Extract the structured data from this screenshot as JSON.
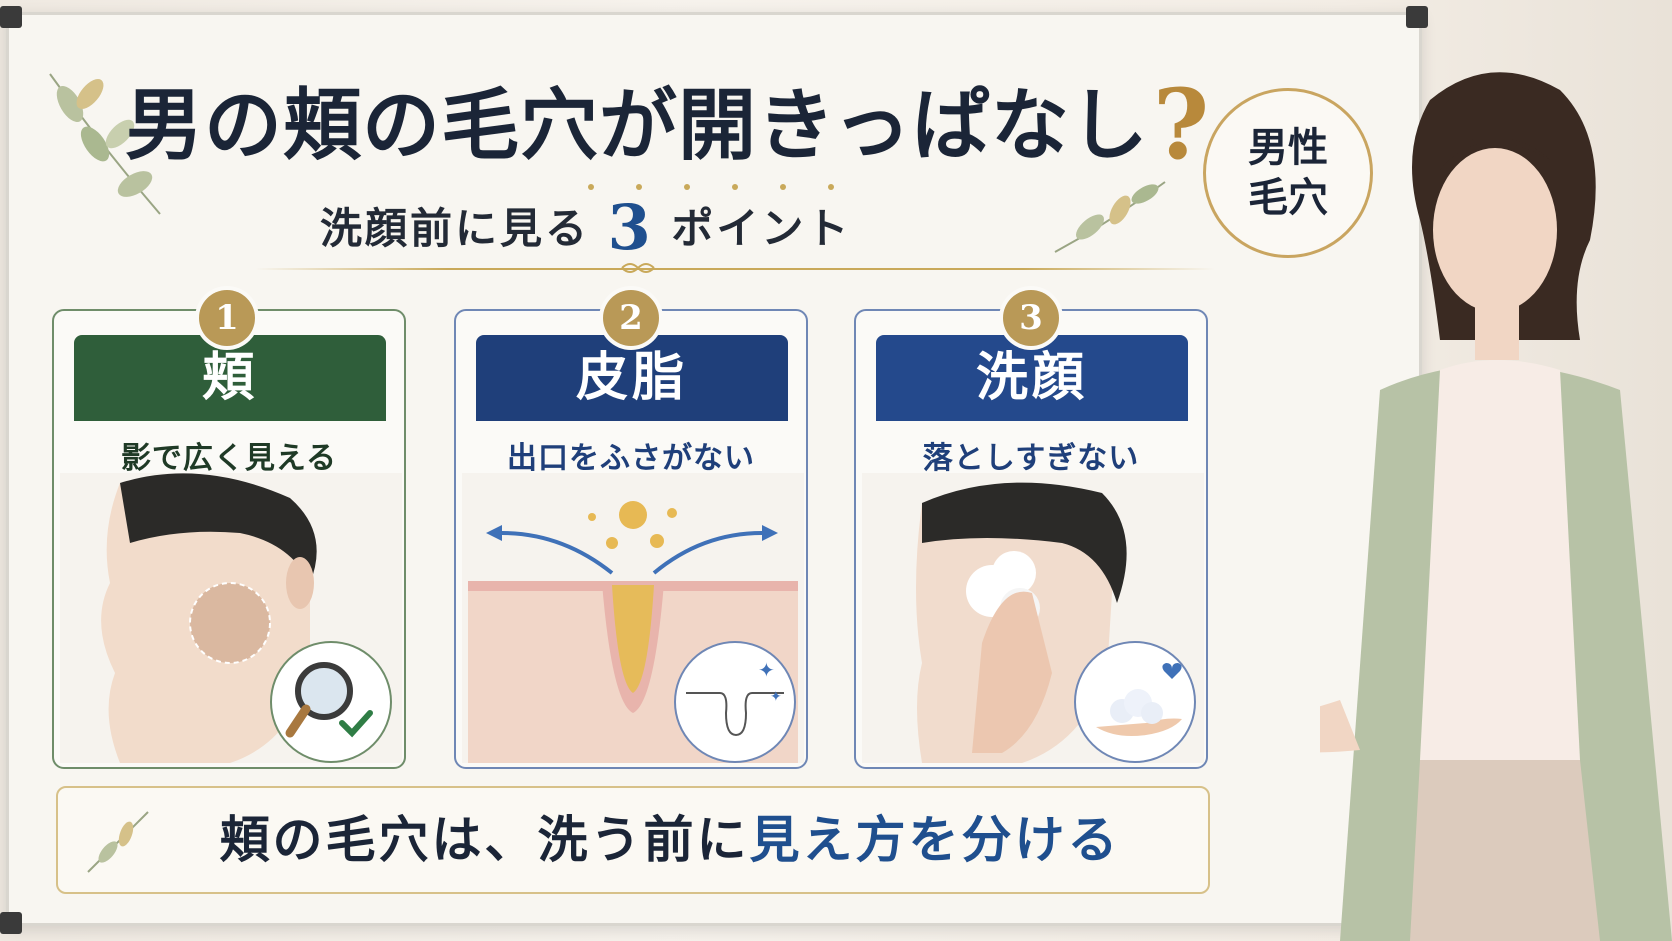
{
  "headline": {
    "main": "男の頬の毛穴が開きっぱなし",
    "question_mark": "?",
    "sub_prefix": "洗顔前に見る",
    "sub_number": "3",
    "sub_suffix": "ポイント"
  },
  "badge": {
    "line1": "男性",
    "line2": "毛穴"
  },
  "cards": [
    {
      "number": "1",
      "title": "頬",
      "caption": "影で広く見える",
      "color": "#2f5e3a"
    },
    {
      "number": "2",
      "title": "皮脂",
      "caption": "出口をふさがない",
      "color": "#1f3f7a"
    },
    {
      "number": "3",
      "title": "洗顔",
      "caption": "落としすぎない",
      "color": "#24498c"
    }
  ],
  "footer": {
    "text_start": "頬の毛穴は、洗う前に",
    "text_highlight": "見え方を分ける"
  },
  "icons": [
    "magnifier-check-icon",
    "pore-sparkle-icon",
    "foam-hand-icon"
  ]
}
